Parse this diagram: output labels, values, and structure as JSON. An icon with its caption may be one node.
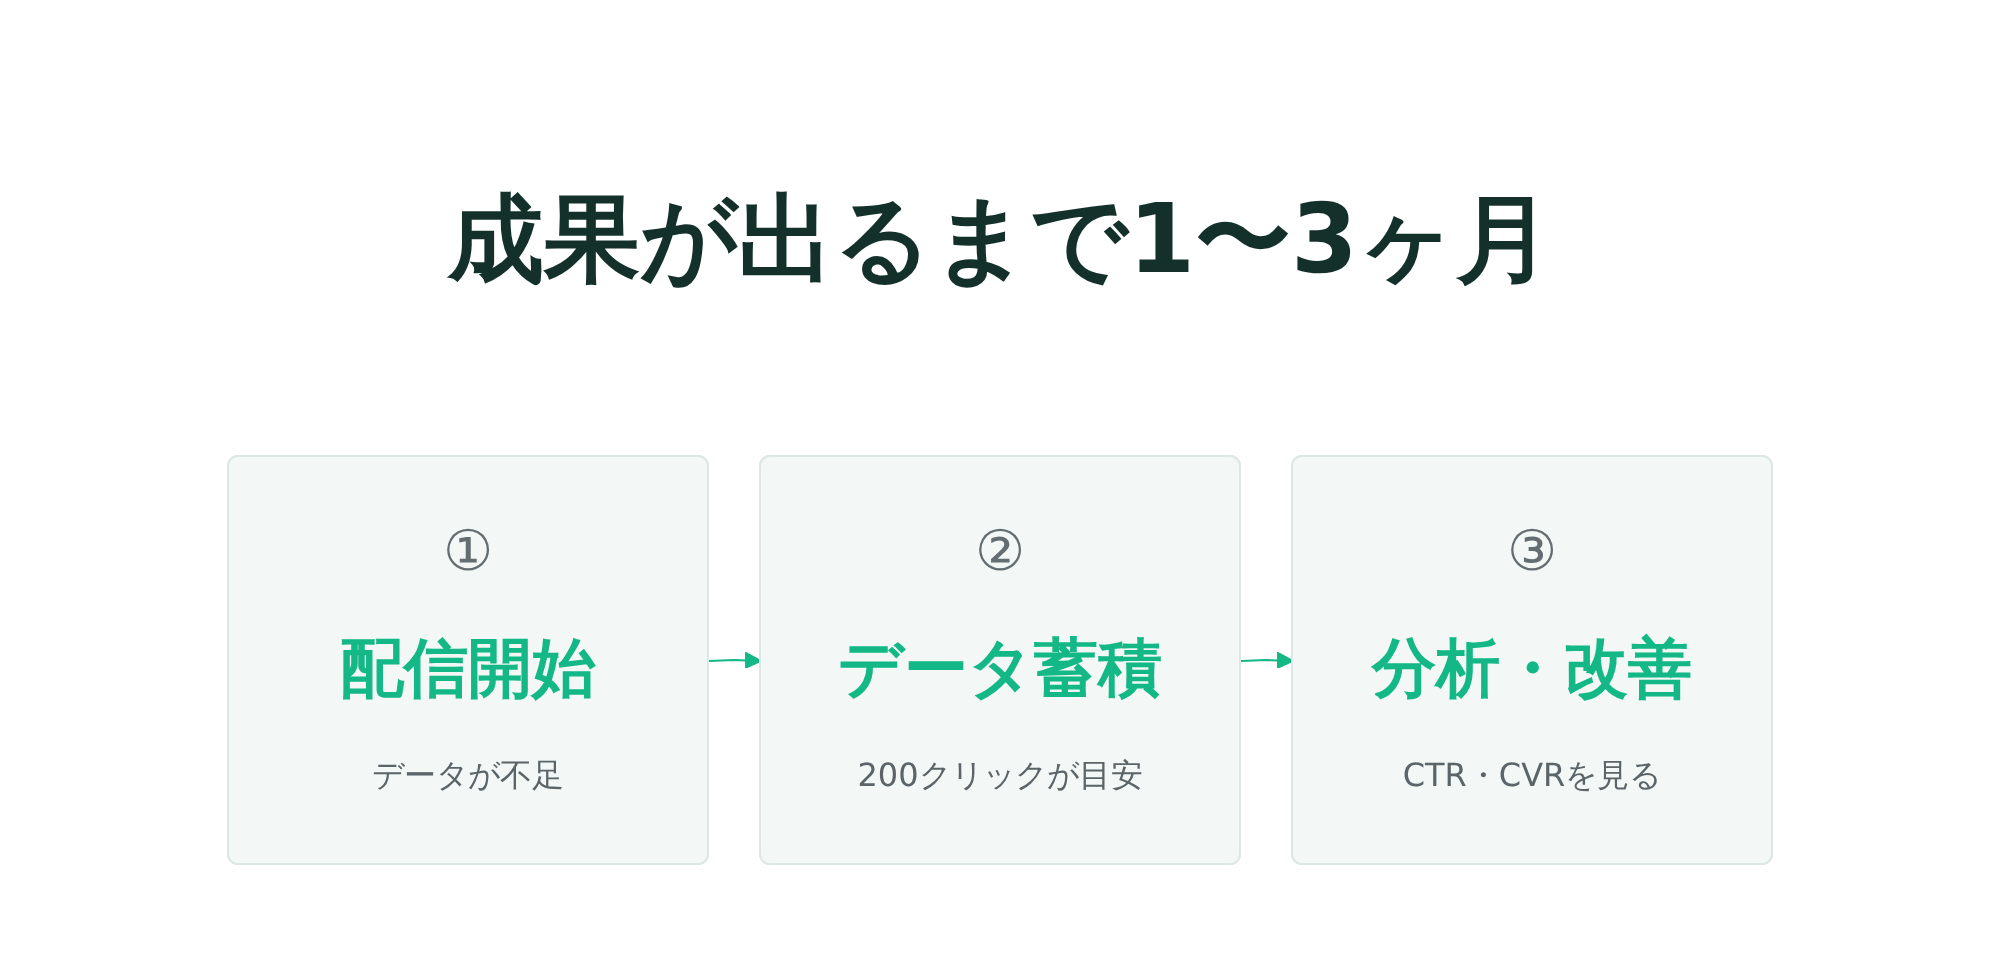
{
  "diagram": {
    "title": "成果が出るまで1〜3ヶ月",
    "nodes": [
      {
        "text": [
          "①",
          "配信開始",
          "データが不足"
        ]
      },
      {
        "text": [
          "②",
          "データ蓄積",
          "200クリックが目安"
        ]
      },
      {
        "text": [
          "③",
          "分析・改善",
          "CTR・CVRを見る"
        ]
      }
    ],
    "edges": [
      {
        "from": 0,
        "to": 1,
        "arrow": "to"
      },
      {
        "from": 1,
        "to": 2,
        "arrow": "to"
      }
    ]
  }
}
